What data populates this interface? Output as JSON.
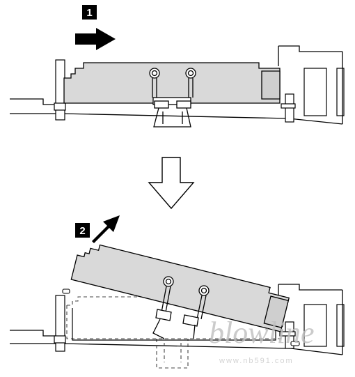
{
  "step1": {
    "badge": "1"
  },
  "step2": {
    "badge": "2"
  },
  "watermark": {
    "logo_text": "blowline",
    "url": "www.nb591.com"
  },
  "colors": {
    "ink": "#000000",
    "panel_fill": "#d9d9d9",
    "badge_bg": "#000000",
    "watermark": "#bfbfbf"
  }
}
